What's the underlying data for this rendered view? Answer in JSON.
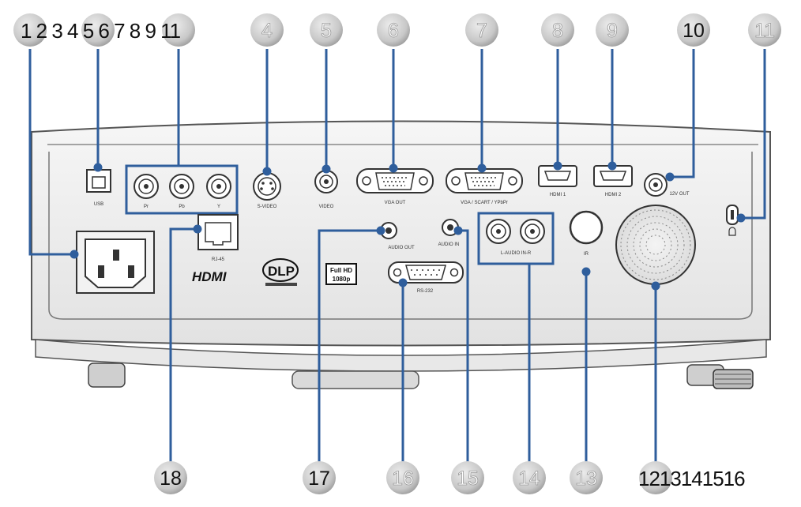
{
  "colors": {
    "callout_line": "#2f5e9c",
    "badge_fill": "#d2d2d2",
    "badge_text": "#ffffff",
    "badge_text_dark": "#111111"
  },
  "sequence_top": "1 2 3 4 5 6 7 8 9 11",
  "sequence_bottom": "1213141516",
  "callouts": {
    "c4": "4",
    "c5": "5",
    "c6": "6",
    "c7": "7",
    "c8": "8",
    "c9": "9",
    "c10": "10",
    "c11": "11",
    "c13": "13",
    "c14": "14",
    "c15": "15",
    "c16": "16",
    "c17": "17",
    "c18": "18"
  },
  "labels": {
    "usb": "USB",
    "pr": "Pr",
    "pb": "Pb",
    "y": "Y",
    "svideo": "S-VIDEO",
    "video": "VIDEO",
    "vga_out": "VGA OUT",
    "vga_in": "VGA / SCART / YPbPr",
    "hdmi1": "HDMI 1",
    "hdmi2": "HDMI 2",
    "out12v": "12V OUT",
    "rj45": "RJ-45",
    "audio_out": "AUDIO OUT",
    "audio_in": "AUDIO IN",
    "l_audio_r": "L-AUDIO IN-R",
    "ir": "IR",
    "rs232": "RS-232",
    "full_hd_1": "Full HD",
    "full_hd_2": "1080p",
    "hdmi_logo": "HDMI",
    "dlp_logo": "DLP"
  }
}
